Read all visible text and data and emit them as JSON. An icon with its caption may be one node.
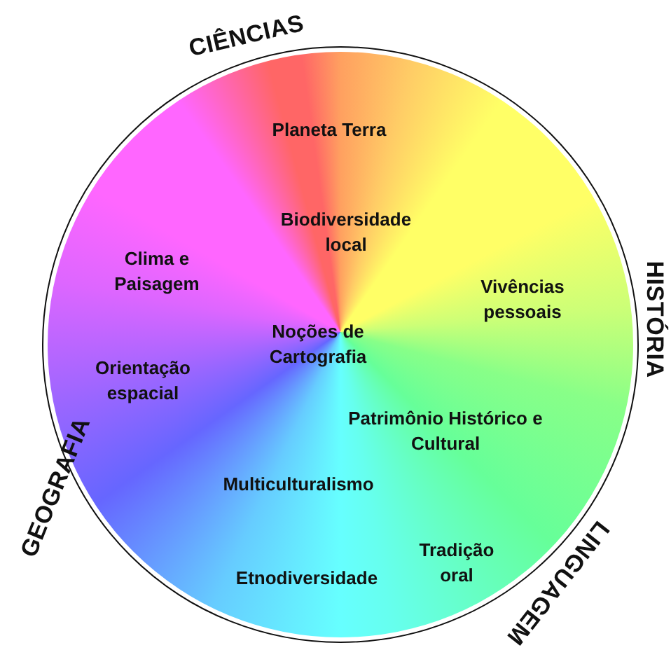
{
  "diagram": {
    "nodes": [
      {
        "text": [
          "Planeta Terra",
          "Biodiversidade local",
          "Clima e Paisagem",
          "Vivências pessoais",
          "Noções de Cartografia",
          "Orientação espacial",
          "Patrimônio Histórico e Cultural",
          "Multiculturalismo",
          "Tradição oral",
          "Etnodiversidade"
        ]
      }
    ],
    "labels": [
      "CIÊNCIAS",
      "HISTÓRIA",
      "GEOGRAFIA",
      "LINGUAGEM"
    ]
  }
}
